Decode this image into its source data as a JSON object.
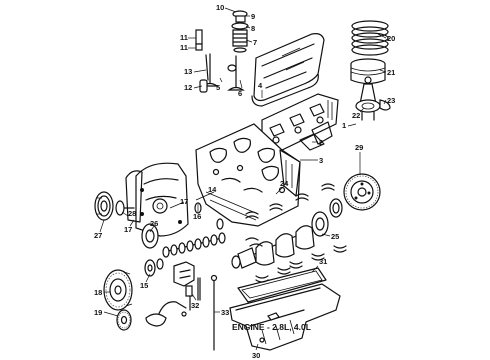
{
  "caption": "ENGINE - 2.8L, 4.0L",
  "callouts": [
    "10",
    "9",
    "8",
    "7",
    "11",
    "11",
    "13",
    "12",
    "6",
    "5",
    "4",
    "20",
    "21",
    "23",
    "22",
    "1",
    "2",
    "3",
    "29",
    "24",
    "14",
    "17",
    "17",
    "16",
    "26",
    "28",
    "27",
    "25",
    "15",
    "18",
    "19",
    "30",
    "31",
    "32",
    "33"
  ]
}
